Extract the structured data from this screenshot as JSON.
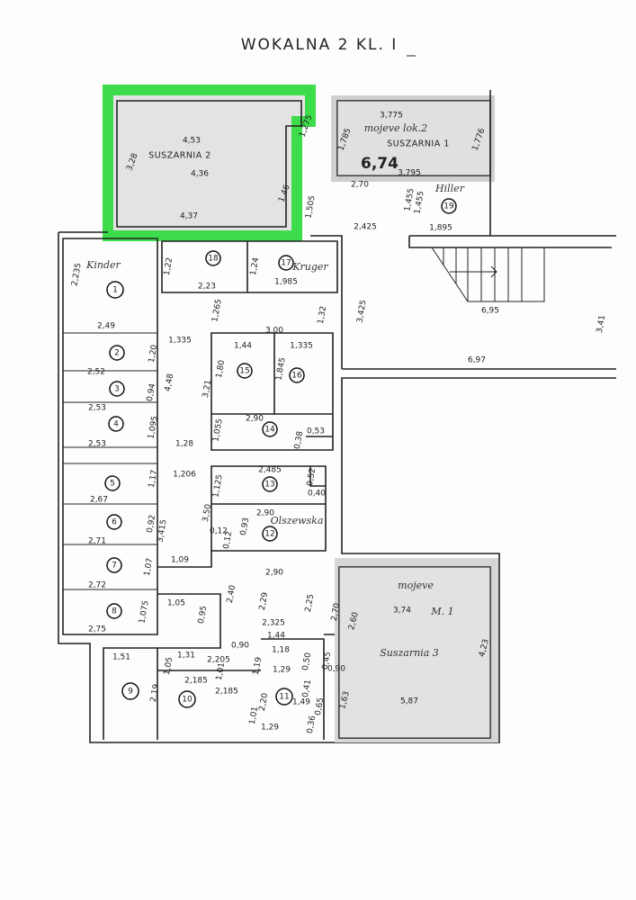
{
  "title": "WOKALNA 2 KL. I",
  "highlight_color": "#3ddc4a",
  "suszarnia2": {
    "name": "SUSZARNIA 2",
    "dims": [
      "4,53",
      "4,36",
      "4,37",
      "3,28",
      "1,46",
      "1,275"
    ]
  },
  "suszarnia1": {
    "name": "SUSZARNIA 1",
    "area": "6,74",
    "note": "mojeve lok.2",
    "dims": [
      "3,775",
      "3,795",
      "1,785",
      "1,776"
    ]
  },
  "suszarnia3": {
    "name": "Suszarnia 3",
    "note": "mojeve",
    "note2": "M. 1",
    "dims": [
      "3,74",
      "5,87",
      "2,60",
      "4,23",
      "1,63"
    ]
  },
  "corridor": {
    "dims": [
      "2,70",
      "1,505",
      "2,425",
      "1,455",
      "1,455",
      "6,95",
      "6,97",
      "3,41",
      "3,425",
      "1,32",
      "1,265",
      "1,335",
      "4,48",
      "1,28",
      "1,206",
      "3,415",
      "1,09",
      "2,90",
      "2,40",
      "2,29",
      "2,325",
      "2,25",
      "2,70",
      "0,90",
      "1,44"
    ]
  },
  "rooms": [
    {
      "num": "1",
      "sign": "Kinder",
      "dims": [
        "2,235",
        "2,49"
      ]
    },
    {
      "num": "2",
      "dims": [
        "1,20",
        "2,52"
      ]
    },
    {
      "num": "3",
      "dims": [
        "0,94",
        "2,53"
      ]
    },
    {
      "num": "4",
      "dims": [
        "1,095",
        "2,53"
      ]
    },
    {
      "num": "5",
      "dims": [
        "1,17",
        "2,67"
      ]
    },
    {
      "num": "6",
      "dims": [
        "0,92",
        "2,71"
      ]
    },
    {
      "num": "7",
      "dims": [
        "1,07",
        "2,72"
      ]
    },
    {
      "num": "8",
      "dims": [
        "1,075",
        "2,75",
        "1,05",
        "0,95"
      ]
    },
    {
      "num": "9",
      "dims": [
        "1,51",
        "2,19"
      ]
    },
    {
      "num": "10",
      "dims": [
        "1,31",
        "2,205",
        "1,05",
        "1,01",
        "2,185",
        "2,185",
        "1,01"
      ]
    },
    {
      "num": "11",
      "dims": [
        "1,18",
        "1,29",
        "1,49",
        "1,29",
        "1,19",
        "2,20",
        "0,50",
        "0,45",
        "0,90",
        "0,41",
        "0,65",
        "0,36"
      ]
    },
    {
      "num": "12",
      "sign": "Olszewska",
      "dims": [
        "2,90",
        "0,93",
        "0,12",
        "0,12",
        "3,50"
      ]
    },
    {
      "num": "13",
      "dims": [
        "2,485",
        "1,125",
        "0,40",
        "0,52"
      ]
    },
    {
      "num": "14",
      "dims": [
        "2,90",
        "1,055",
        "0,53",
        "0,38",
        "3,21"
      ]
    },
    {
      "num": "15",
      "dims": [
        "1,44",
        "1,80"
      ]
    },
    {
      "num": "16",
      "dims": [
        "1,335",
        "1,845",
        "3,00"
      ]
    },
    {
      "num": "17",
      "sign": "Kruger",
      "dims": [
        "1,24",
        "1,985"
      ]
    },
    {
      "num": "18",
      "dims": [
        "1,22",
        "2,23"
      ]
    },
    {
      "num": "19",
      "sign": "Hiller",
      "dims": [
        "1,895"
      ]
    }
  ]
}
